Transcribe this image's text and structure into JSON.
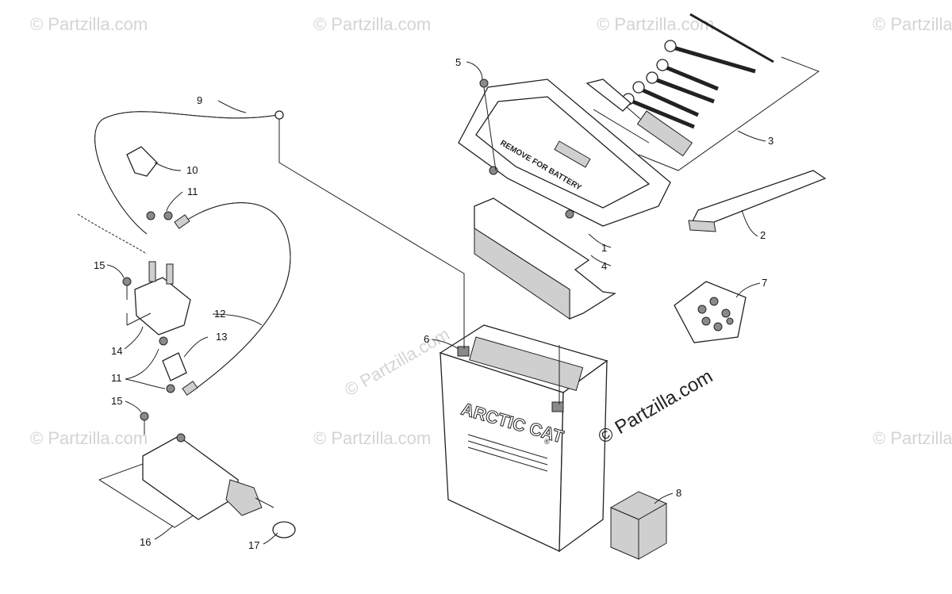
{
  "callouts": [
    {
      "id": "1",
      "label": "1"
    },
    {
      "id": "2",
      "label": "2"
    },
    {
      "id": "3",
      "label": "3"
    },
    {
      "id": "4",
      "label": "4"
    },
    {
      "id": "5",
      "label": "5"
    },
    {
      "id": "6",
      "label": "6"
    },
    {
      "id": "7",
      "label": "7"
    },
    {
      "id": "8",
      "label": "8"
    },
    {
      "id": "9",
      "label": "9"
    },
    {
      "id": "10",
      "label": "10"
    },
    {
      "id": "11a",
      "label": "11"
    },
    {
      "id": "11b",
      "label": "11"
    },
    {
      "id": "12",
      "label": "12"
    },
    {
      "id": "13",
      "label": "13"
    },
    {
      "id": "14",
      "label": "14"
    },
    {
      "id": "15a",
      "label": "15"
    },
    {
      "id": "15b",
      "label": "15"
    },
    {
      "id": "16",
      "label": "16"
    },
    {
      "id": "17",
      "label": "17"
    }
  ],
  "tray_text": "REMOVE FOR BATTERY",
  "battery_brand": "ARCTIC CAT",
  "battery_registered": "®",
  "watermark_main": "© Partzilla.com",
  "watermark_faint": "© Partzilla.com"
}
